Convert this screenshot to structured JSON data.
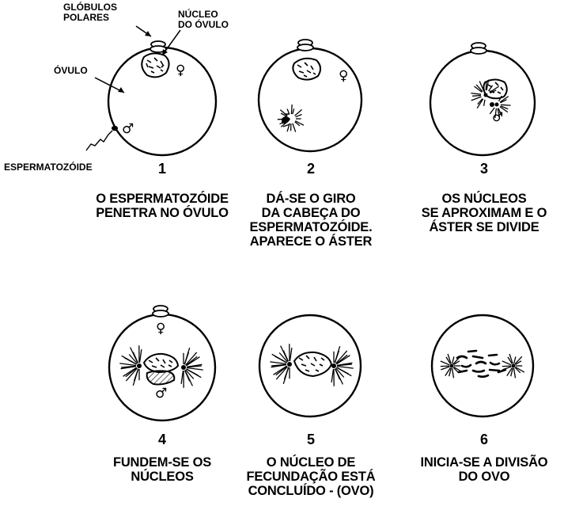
{
  "annotations": {
    "globulos_polares": "GLÓBULOS\nPOLARES",
    "nucleo_ovulo": "NÚCLEO\nDO ÓVULO",
    "ovulo": "ÓVULO",
    "espermatozoide": "ESPERMATOZÓIDE"
  },
  "symbols": {
    "female": "♀",
    "male": "♂"
  },
  "stages": [
    {
      "number": "1",
      "caption": "O ESPERMATOZÓIDE\nPENETRA NO ÓVULO"
    },
    {
      "number": "2",
      "caption": "DÁ-SE O GIRO\nDA CABEÇA DO\nESPERMATOZÓIDE.\nAPARECE O ÁSTER"
    },
    {
      "number": "3",
      "caption": "OS NÚCLEOS\nSE APROXIMAM E O\nÁSTER SE DIVIDE"
    },
    {
      "number": "4",
      "caption": "FUNDEM-SE OS\nNÚCLEOS"
    },
    {
      "number": "5",
      "caption": "O NÚCLEO DE\nFECUNDAÇÃO ESTÁ\nCONCLUÍDO - (OVO)"
    },
    {
      "number": "6",
      "caption": "INICIA-SE A DIVISÃO\nDO OVO"
    }
  ]
}
